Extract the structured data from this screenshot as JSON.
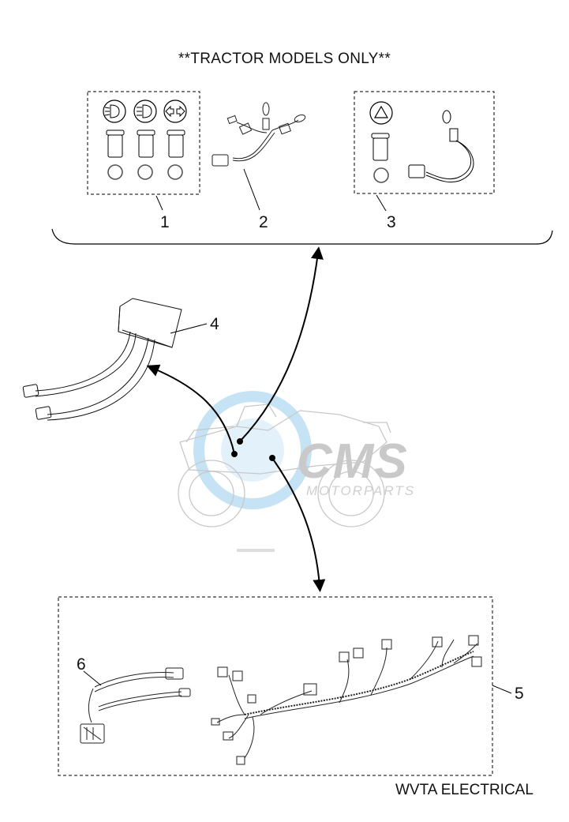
{
  "header": {
    "title": "**TRACTOR MODELS ONLY**"
  },
  "callouts": {
    "c1": "1",
    "c2": "2",
    "c3": "3",
    "c4": "4",
    "c5": "5",
    "c6": "6"
  },
  "watermark": {
    "brand": "CMS",
    "tagline": "MOTORPARTS"
  },
  "footer": {
    "label": "WVTA ELECTRICAL"
  },
  "colors": {
    "line": "#000000",
    "watermark_blue": "#bfe0f3",
    "watermark_grey": "#c9c9c9"
  },
  "icons": [
    "headlight-low-icon",
    "headlight-high-icon",
    "turn-signal-icon",
    "hazard-warning-icon"
  ]
}
